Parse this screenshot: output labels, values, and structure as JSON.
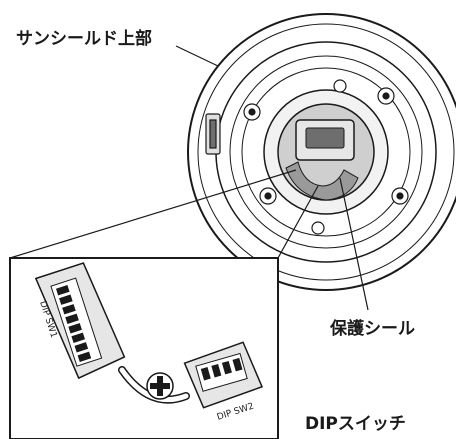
{
  "callouts": {
    "sunshield_top": "サンシールド上部",
    "protective_seal": "保護シール",
    "dip_switch": "DIPスイッチ"
  },
  "switch_labels": {
    "sw1": "DIP SW1",
    "sw2": "DIP SW2"
  },
  "colors": {
    "line": "#1a1a1a",
    "fill_light": "#f2f2f2",
    "fill_mid": "#cfcfcf",
    "fill_dark": "#6e6e6e"
  }
}
